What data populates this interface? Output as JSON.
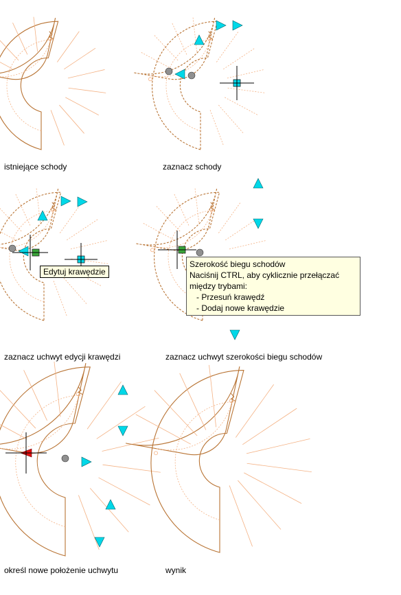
{
  "captions": {
    "p1": "istniejące schody",
    "p2": "zaznacz schody",
    "p3": "zaznacz uchwyt edycji krawędzi",
    "p4": "zaznacz uchwyt szerokości biegu schodów",
    "p5": "określ nowe położenie uchwytu",
    "p6": "wynik"
  },
  "tooltips": {
    "edit_edges": "Edytuj krawędzie",
    "width_title": "Szerokość biegu schodów",
    "width_hint": "Naciśnij CTRL, aby cyklicznie przełączać między trybami:",
    "width_hint_line1": "Naciśnij CTRL, aby cyklicznie przełączać",
    "width_hint_line2": "między trybami:",
    "options": [
      "- Przesuń krawędź",
      "- Dodaj nowe krawędzie"
    ]
  },
  "colors": {
    "stair_line": "#b87333",
    "stair_tread": "#f4b183",
    "grip_cyan": "#00d8e8",
    "grip_green": "#3aa63a",
    "grip_gray": "#909090",
    "grip_red": "#e01010",
    "tooltip_bg": "#ffffe1"
  }
}
